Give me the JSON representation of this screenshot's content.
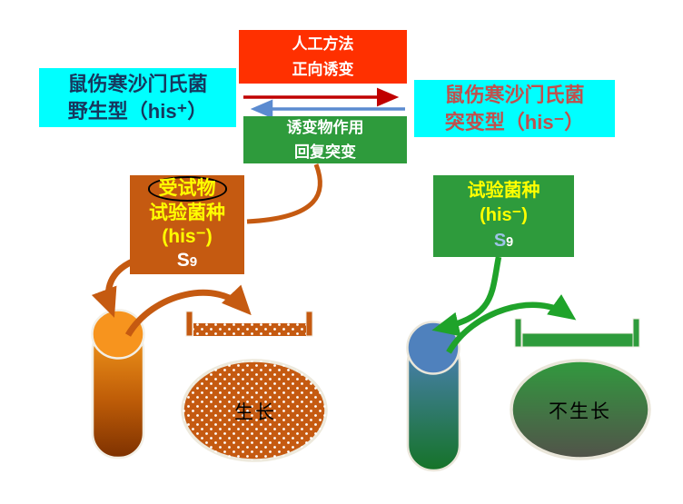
{
  "title": "Ames test forward and reverse mutation diagram",
  "colors": {
    "background": "#FFFFFF",
    "red_box_bg": "#FF3000",
    "cyan_box_bg": "#00FFFF",
    "wild_text": "#17375E",
    "mutant_text": "#C0504D",
    "green_bg": "#2E9B3C",
    "orange_bg": "#C55A11",
    "yellow_text": "#FFFF00",
    "red_arrow": "#C00000",
    "blue_arrow": "#5B8BD0",
    "green_arrow": "#1FA32A",
    "tube_left_top": "#F79C1D",
    "tube_left_bottom": "#7E3100",
    "tube_right_top": "#4E80BC",
    "tube_right_bottom": "#157327",
    "colony_border": "#EDE9DC"
  },
  "top": {
    "forward_box": {
      "line1": "人工方法",
      "line2": "正向诱变"
    },
    "wild_box": {
      "line1": "鼠伤寒沙门氏菌",
      "line2": "野生型（his⁺）"
    },
    "mutant_box": {
      "line1": "鼠伤寒沙门氏菌",
      "line2": "突变型（his⁻）"
    },
    "reverse_box": {
      "line1": "诱变物作用",
      "line2": "回复突变"
    }
  },
  "left_branch": {
    "test_box": {
      "circled_line": "受试物",
      "line2": "试验菌种",
      "line3": "(his⁻)",
      "s9_main": "S",
      "s9_sub": "9"
    },
    "colony_label": "生长"
  },
  "right_branch": {
    "test_box": {
      "line1": "试验菌种",
      "line2": "(his⁻)",
      "s9_main": "S",
      "s9_sub": "9"
    },
    "colony_label": "不生长"
  }
}
